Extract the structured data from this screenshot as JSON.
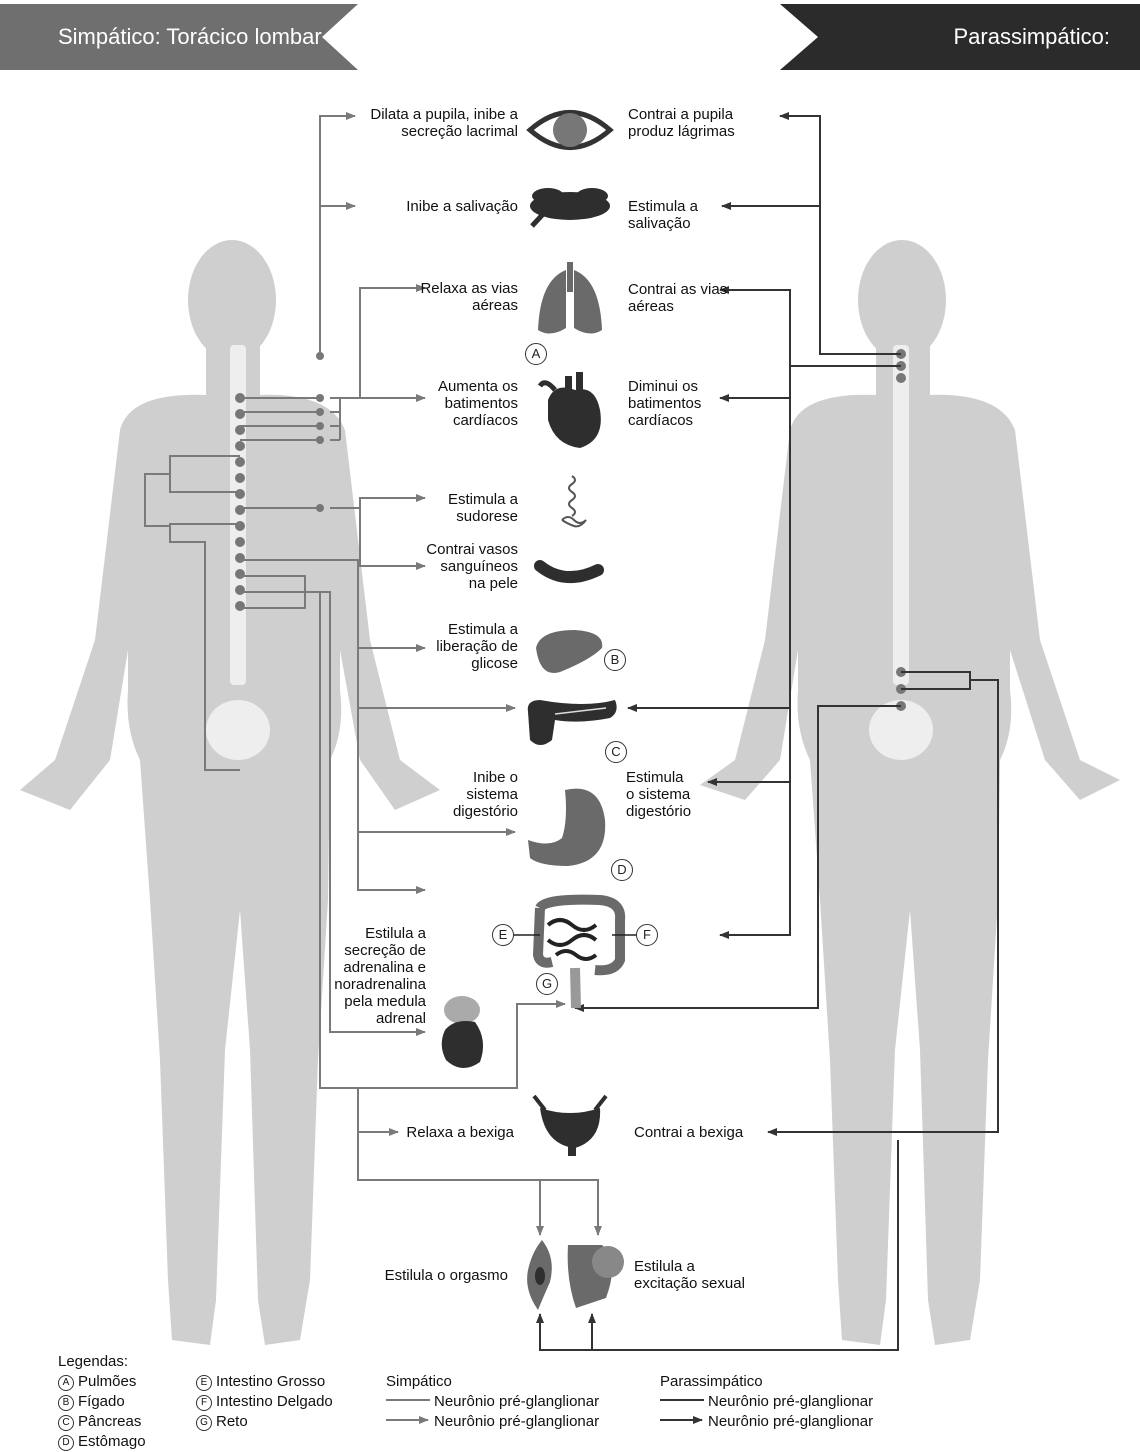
{
  "header": {
    "left_title": "Simpático: Torácico lombar",
    "right_title": "Parassimpático:"
  },
  "sympathetic_effects": [
    {
      "id": "eye",
      "lines": [
        "Dilata a pupila, inibe a",
        "secreção lacrimal"
      ]
    },
    {
      "id": "salivary",
      "lines": [
        "Inibe a salivação"
      ]
    },
    {
      "id": "lungs",
      "lines": [
        "Relaxa as vias",
        "aéreas"
      ]
    },
    {
      "id": "heart",
      "lines": [
        "Aumenta os",
        "batimentos",
        "cardíacos"
      ]
    },
    {
      "id": "sweat",
      "lines": [
        "Estimula a",
        "sudorese"
      ]
    },
    {
      "id": "vessels",
      "lines": [
        "Contrai vasos",
        "sanguíneos",
        "na pele"
      ]
    },
    {
      "id": "liver",
      "lines": [
        "Estimula a",
        "liberação de",
        "glicose"
      ]
    },
    {
      "id": "digestive",
      "lines": [
        "Inibe o",
        "sistema",
        "digestório"
      ]
    },
    {
      "id": "adrenal",
      "lines": [
        "Estilula a",
        "secreção de",
        "adrenalina e",
        "noradrenalina",
        "pela medula",
        "adrenal"
      ]
    },
    {
      "id": "bladder",
      "lines": [
        "Relaxa a bexiga"
      ]
    },
    {
      "id": "orgasm",
      "lines": [
        "Estilula o orgasmo"
      ]
    }
  ],
  "parasympathetic_effects": [
    {
      "id": "eye",
      "lines": [
        "Contrai a pupila",
        "produz lágrimas"
      ]
    },
    {
      "id": "salivary",
      "lines": [
        "Estimula a",
        "salivação"
      ]
    },
    {
      "id": "lungs",
      "lines": [
        "Contrai as vias",
        "aéreas"
      ]
    },
    {
      "id": "heart",
      "lines": [
        "Diminui os",
        "batimentos",
        "cardíacos"
      ]
    },
    {
      "id": "digestive",
      "lines": [
        "Estimula",
        "o sistema",
        "digestório"
      ]
    },
    {
      "id": "bladder",
      "lines": [
        "Contrai a bexiga"
      ]
    },
    {
      "id": "sexual",
      "lines": [
        "Estilula a",
        "excitação sexual"
      ]
    }
  ],
  "organ_badges": [
    "A",
    "B",
    "C",
    "D",
    "E",
    "F",
    "G"
  ],
  "legend": {
    "title": "Legendas:",
    "organs_col1": [
      {
        "key": "A",
        "name": "Pulmões"
      },
      {
        "key": "B",
        "name": "Fígado"
      },
      {
        "key": "C",
        "name": "Pâncreas"
      },
      {
        "key": "D",
        "name": "Estômago"
      }
    ],
    "organs_col2": [
      {
        "key": "E",
        "name": "Intestino Grosso"
      },
      {
        "key": "F",
        "name": "Intestino Delgado"
      },
      {
        "key": "G",
        "name": "Reto"
      }
    ],
    "sympathetic": {
      "title": "Simpático",
      "line1": "Neurônio pré-glanglionar",
      "line2": "Neurônio pré-glanglionar"
    },
    "parasympathetic": {
      "title": "Parassimpático",
      "line1": "Neurônio pré-glanglionar",
      "line2": "Neurônio pré-glanglionar"
    }
  },
  "colors": {
    "header_left": "#6f6f6f",
    "header_right": "#2b2b2b",
    "body_silhouette": "#cfcfcf",
    "spine": "#eeeeee",
    "sympathetic_line": "#7a7a7a",
    "parasympathetic_line": "#333333",
    "organ": "#2e2e2e",
    "organ_light": "#6a6a6a"
  }
}
